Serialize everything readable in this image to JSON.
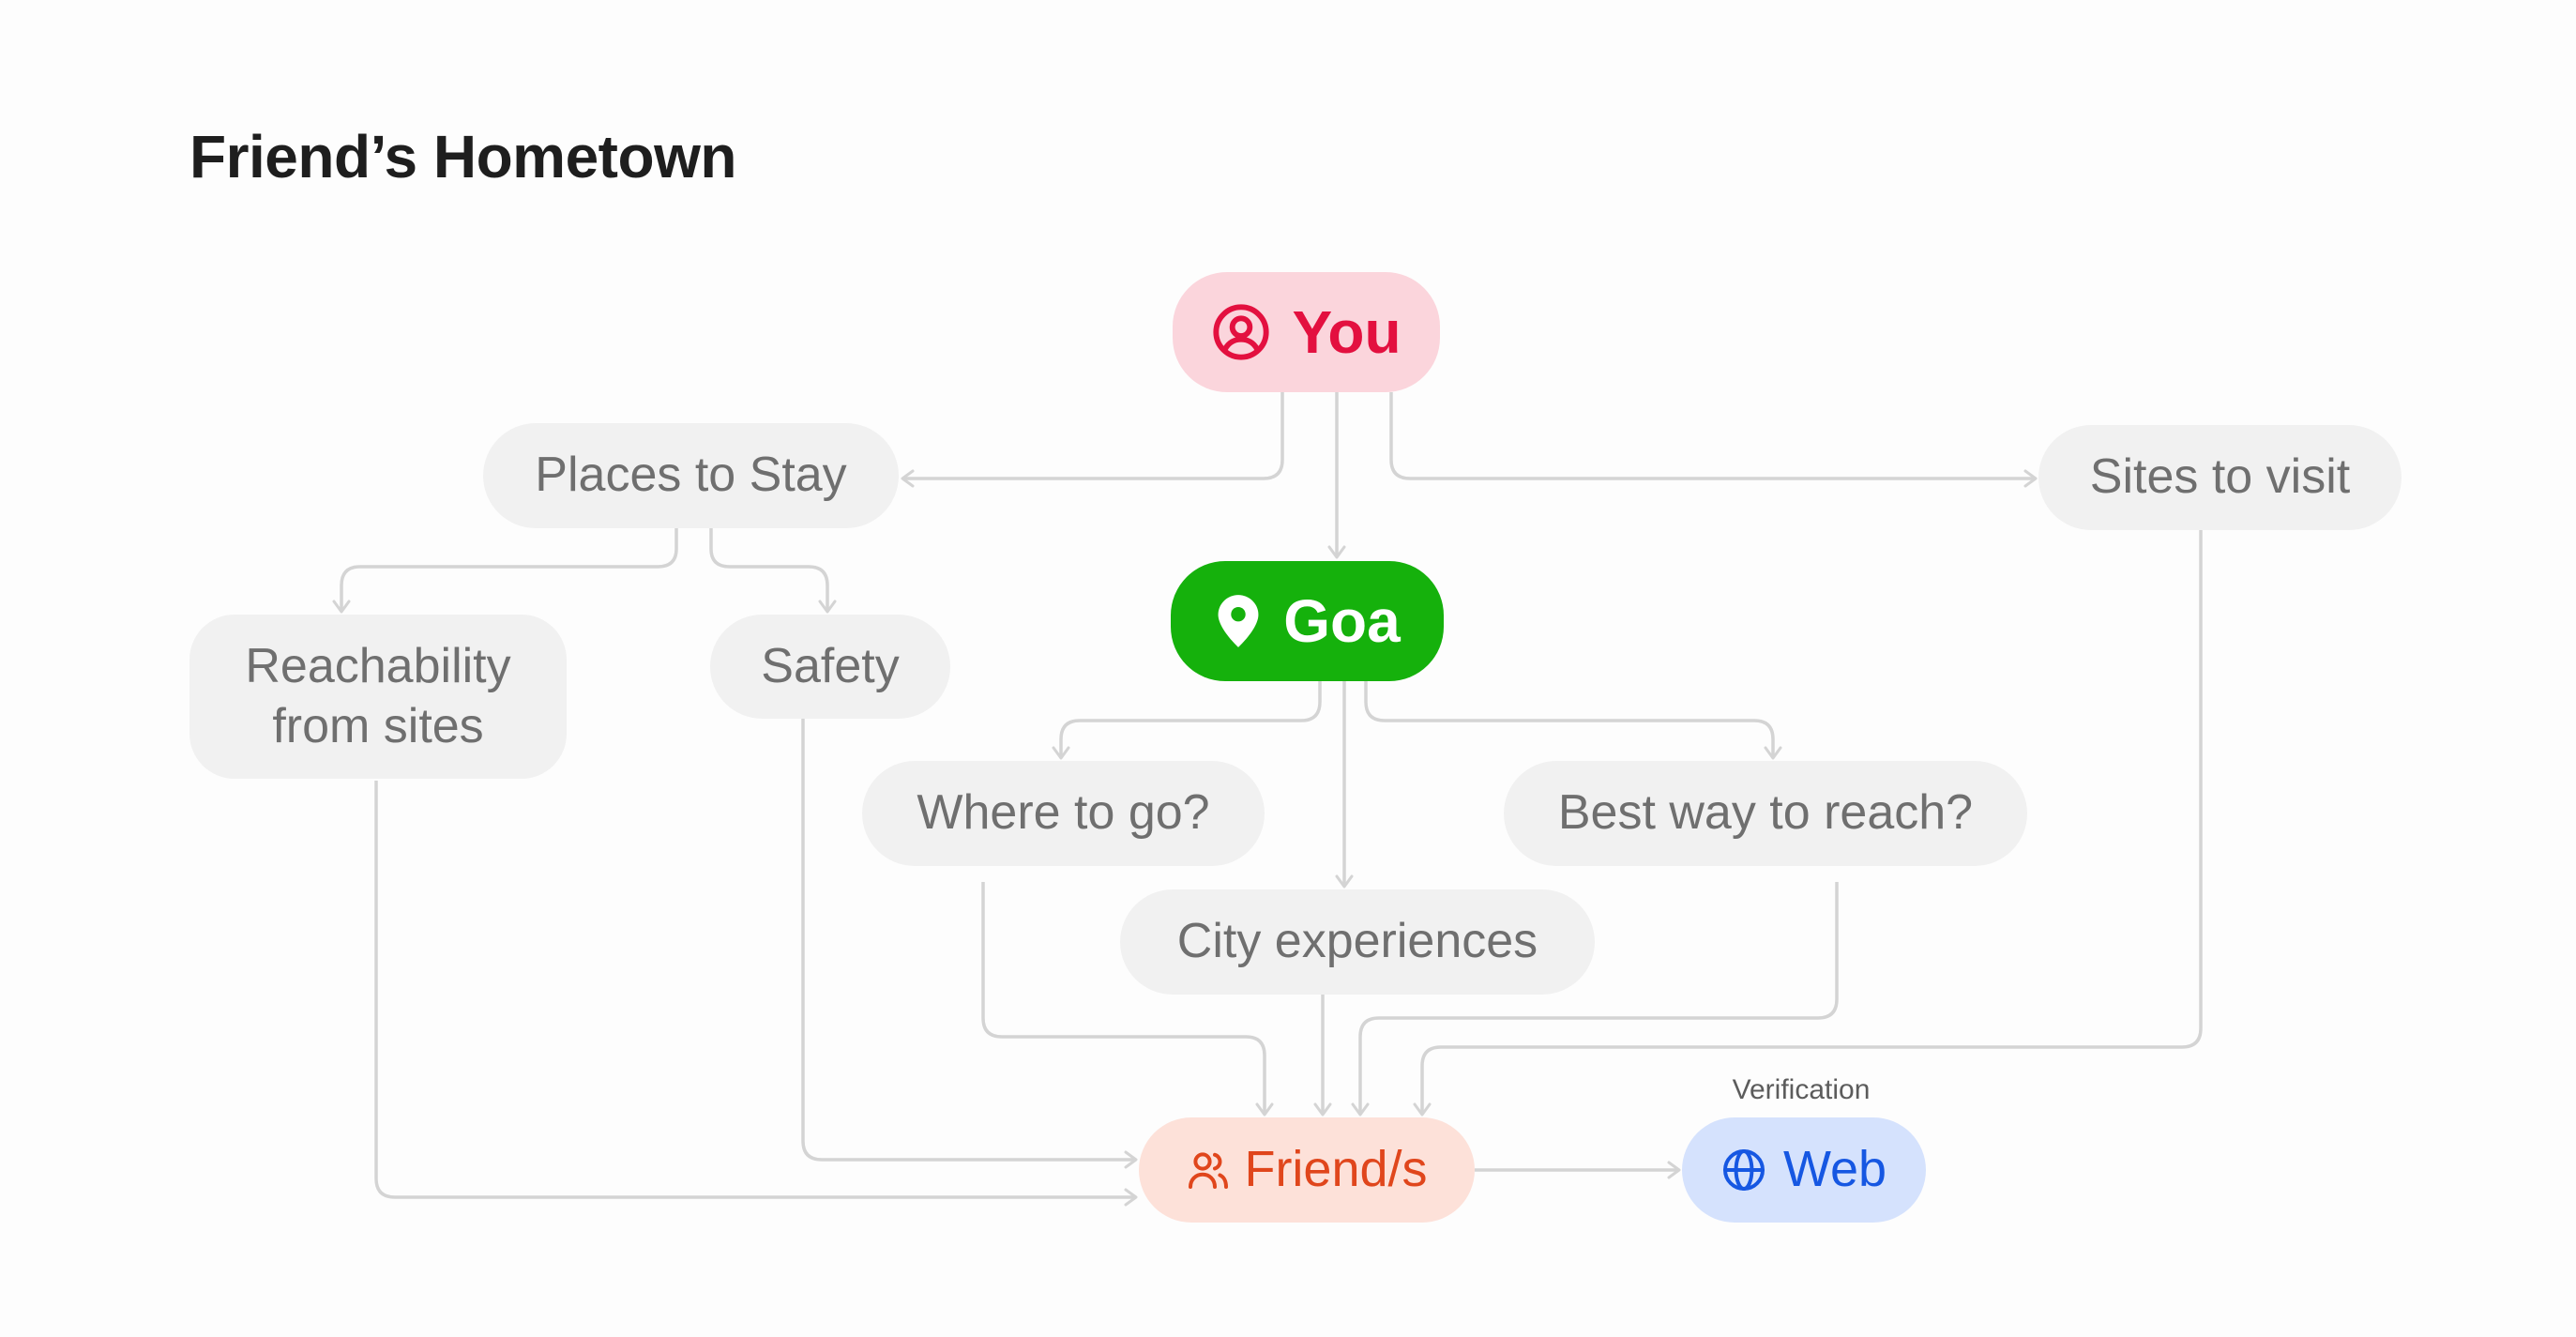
{
  "title": "Friend’s Hometown",
  "colors": {
    "you": "#e3103f",
    "goa": "#15b10c",
    "friends": "#e0461c",
    "web": "#1657e2",
    "connector": "#d4d4d4"
  },
  "nodes": {
    "you": {
      "label": "You",
      "icon": "user-circle-icon"
    },
    "goa": {
      "label": "Goa",
      "icon": "map-pin-icon"
    },
    "places_to_stay": {
      "label": "Places to Stay"
    },
    "sites_to_visit": {
      "label": "Sites to visit"
    },
    "reachability": {
      "label_line1": "Reachability",
      "label_line2": "from sites"
    },
    "safety": {
      "label": "Safety"
    },
    "where_to_go": {
      "label": "Where to go?"
    },
    "best_way": {
      "label": "Best way to reach?"
    },
    "city_experiences": {
      "label": "City experiences"
    },
    "friends": {
      "label": "Friend/s",
      "icon": "users-icon"
    },
    "web": {
      "label": "Web",
      "icon": "globe-icon"
    }
  },
  "edge_labels": {
    "verification": "Verification"
  },
  "edges": [
    [
      "you",
      "places_to_stay"
    ],
    [
      "you",
      "goa"
    ],
    [
      "you",
      "sites_to_visit"
    ],
    [
      "places_to_stay",
      "reachability"
    ],
    [
      "places_to_stay",
      "safety"
    ],
    [
      "goa",
      "where_to_go"
    ],
    [
      "goa",
      "city_experiences"
    ],
    [
      "goa",
      "best_way"
    ],
    [
      "reachability",
      "friends"
    ],
    [
      "safety",
      "friends"
    ],
    [
      "where_to_go",
      "friends"
    ],
    [
      "city_experiences",
      "friends"
    ],
    [
      "best_way",
      "friends"
    ],
    [
      "sites_to_visit",
      "friends"
    ],
    [
      "friends",
      "web"
    ]
  ]
}
